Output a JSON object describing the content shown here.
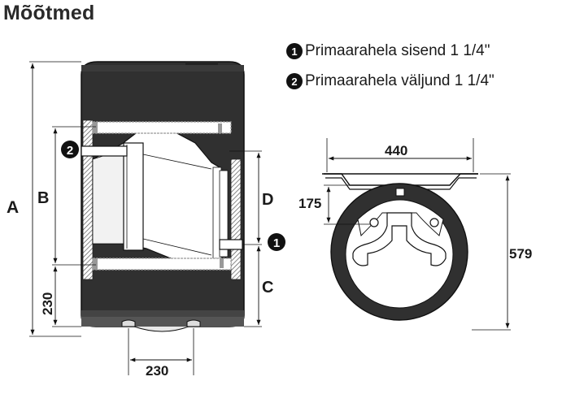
{
  "title": "Mõõtmed",
  "legend": [
    {
      "num": "1",
      "text": "Primaarahela sisend 1 1/4\""
    },
    {
      "num": "2",
      "text": "Primaarahela väljund 1 1/4\""
    }
  ],
  "dimensions": {
    "A": "A",
    "B": "B",
    "C": "C",
    "D": "D",
    "left_230": "230",
    "bottom_230": "230",
    "width_440": "440",
    "depth_175": "175",
    "height_579": "579"
  },
  "markers": {
    "outlet": "2",
    "inlet": "1"
  },
  "colors": {
    "tank_body": "#303030",
    "tank_stroke": "#111111",
    "inner_fill": "#ffffff",
    "coil_gray": "#9a9a9a"
  }
}
